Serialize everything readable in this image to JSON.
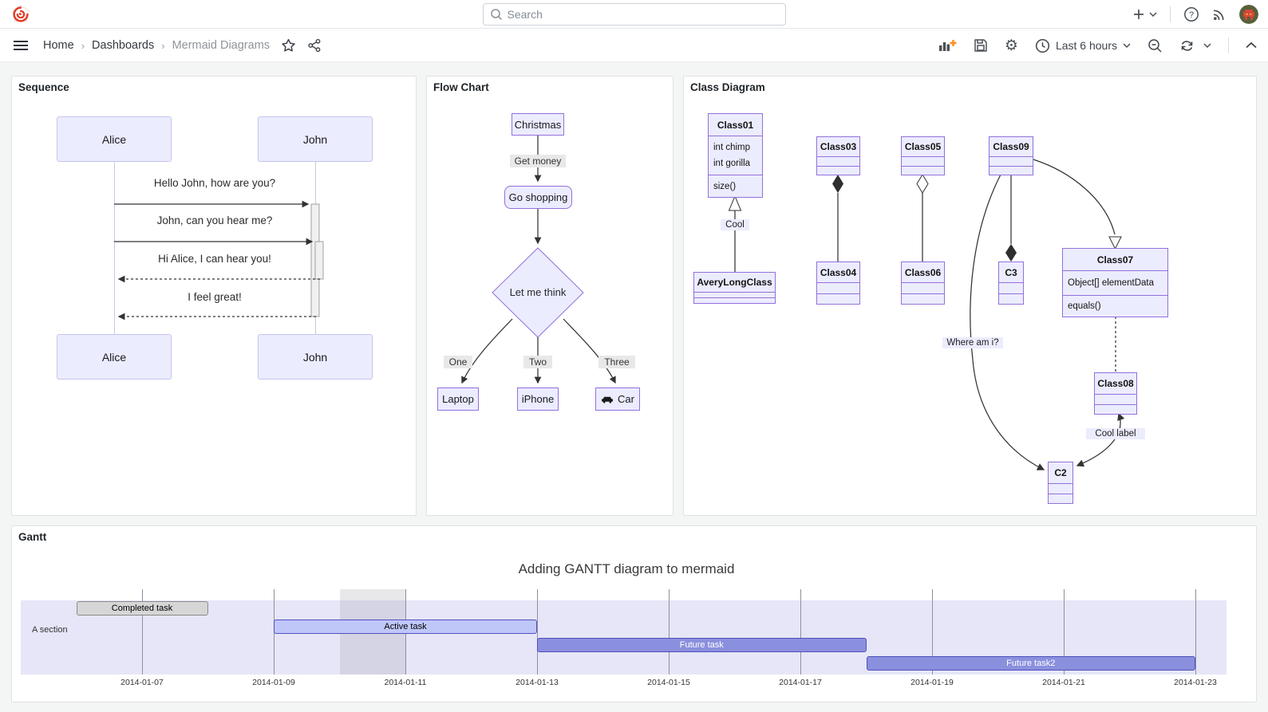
{
  "app": {
    "search_placeholder": "Search",
    "breadcrumb_separator": "›",
    "breadcrumbs": [
      "Home",
      "Dashboards",
      "Mermaid Diagrams"
    ],
    "time_range_label": "Last 6 hours",
    "icons": {
      "logo": "grafana-spiral",
      "search": "magnifier",
      "add": "plus-caret",
      "help": "question-circle",
      "news": "rss",
      "profile": "avatar",
      "menu": "hamburger",
      "favorite": "star",
      "share": "share-nodes",
      "add_panel": "bar-chart-plus",
      "save": "floppy-disk",
      "settings": "gear",
      "time": "clock",
      "zoom_out": "magnifier-minus",
      "refresh": "circular-arrows",
      "collapse": "chevron-up",
      "car": "car"
    }
  },
  "panels": {
    "sequence": {
      "title": "Sequence",
      "actors": [
        "Alice",
        "John"
      ],
      "messages": [
        {
          "text": "Hello John, how are you?",
          "style": "solid",
          "from": "Alice",
          "to": "John"
        },
        {
          "text": "John, can you hear me?",
          "style": "solid",
          "from": "Alice",
          "to": "John"
        },
        {
          "text": "Hi Alice, I can hear you!",
          "style": "dashed",
          "from": "John",
          "to": "Alice"
        },
        {
          "text": "I feel great!",
          "style": "dashed",
          "from": "John",
          "to": "Alice"
        }
      ]
    },
    "flow": {
      "title": "Flow Chart",
      "nodes": {
        "start": "Christmas",
        "shop": "Go shopping",
        "decision": "Let me think",
        "laptop": "Laptop",
        "iphone": "iPhone",
        "car": "Car"
      },
      "edge_labels": {
        "money": "Get money",
        "one": "One",
        "two": "Two",
        "three": "Three"
      }
    },
    "class": {
      "title": "Class Diagram",
      "class01": {
        "name": "Class01",
        "attributes": [
          "int chimp",
          "int gorilla"
        ],
        "methods": [
          "size()"
        ]
      },
      "avery": {
        "name": "AveryLongClass"
      },
      "class03": {
        "name": "Class03"
      },
      "class04": {
        "name": "Class04"
      },
      "class05": {
        "name": "Class05"
      },
      "class06": {
        "name": "Class06"
      },
      "class09": {
        "name": "Class09"
      },
      "c3": {
        "name": "C3"
      },
      "class07": {
        "name": "Class07",
        "attributes": [
          "Object[] elementData"
        ],
        "methods": [
          "equals()"
        ]
      },
      "class08": {
        "name": "Class08"
      },
      "c2": {
        "name": "C2"
      },
      "edge_labels": {
        "cool": "Cool",
        "where": "Where am i?",
        "cool_label": "Cool label"
      }
    },
    "gantt": {
      "title": "Gantt",
      "chart_data": {
        "type": "gantt",
        "title": "Adding GANTT diagram to mermaid",
        "section": "A section",
        "axis_ticks": [
          "2014-01-07",
          "2014-01-09",
          "2014-01-11",
          "2014-01-13",
          "2014-01-15",
          "2014-01-17",
          "2014-01-19",
          "2014-01-21",
          "2014-01-23"
        ],
        "tasks": [
          {
            "label": "Completed task",
            "start": "2014-01-06",
            "end": "2014-01-08",
            "status": "done"
          },
          {
            "label": "Active task",
            "start": "2014-01-09",
            "end": "2014-01-13",
            "status": "active"
          },
          {
            "label": "Future task",
            "start": "2014-01-13",
            "end": "2014-01-18",
            "status": "future"
          },
          {
            "label": "Future task2",
            "start": "2014-01-18",
            "end": "2014-01-23",
            "status": "future"
          }
        ],
        "exclude_band": {
          "start": "2014-01-10",
          "end": "2014-01-11"
        },
        "colors": {
          "done": {
            "fill": "#d6d6d6",
            "border": "#8b8b8b",
            "text": "#000000"
          },
          "active": {
            "fill": "#bfc7f9",
            "border": "#534fbc",
            "text": "#000000"
          },
          "future": {
            "fill": "#8a90dd",
            "border": "#534fbc",
            "text": "#ffffff"
          },
          "section_bg": "#e6e6f8"
        }
      }
    }
  },
  "theme": {
    "node_fill": "#ECECFF",
    "node_border": "#9370DB",
    "accent_orange": "#ff8c1a",
    "edge_color": "#333333"
  }
}
